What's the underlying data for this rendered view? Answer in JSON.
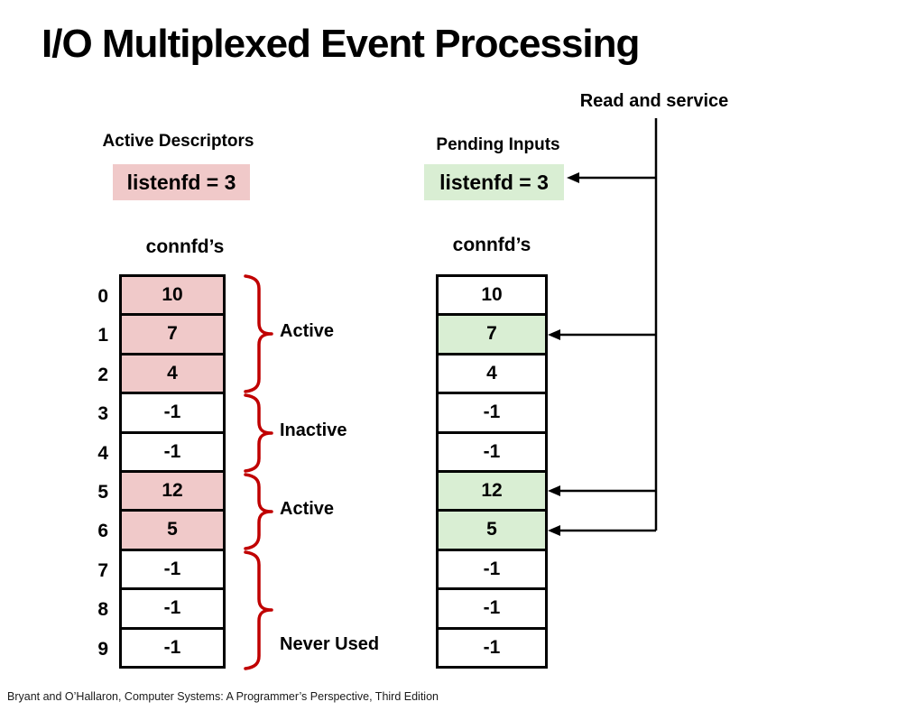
{
  "title": "I/O Multiplexed Event Processing",
  "annotations": {
    "read_and_service": "Read and service"
  },
  "left_panel": {
    "heading": "Active Descriptors",
    "listenfd": "listenfd = 3",
    "array_label": "connfd’s",
    "rows": [
      {
        "index": "0",
        "value": "10",
        "highlight": true
      },
      {
        "index": "1",
        "value": "7",
        "highlight": true
      },
      {
        "index": "2",
        "value": "4",
        "highlight": true
      },
      {
        "index": "3",
        "value": "-1",
        "highlight": false
      },
      {
        "index": "4",
        "value": "-1",
        "highlight": false
      },
      {
        "index": "5",
        "value": "12",
        "highlight": true
      },
      {
        "index": "6",
        "value": "5",
        "highlight": true
      },
      {
        "index": "7",
        "value": "-1",
        "highlight": false
      },
      {
        "index": "8",
        "value": "-1",
        "highlight": false
      },
      {
        "index": "9",
        "value": "-1",
        "highlight": false
      }
    ],
    "groups": [
      {
        "label": "Active",
        "rows": "0-2"
      },
      {
        "label": "Inactive",
        "rows": "3-4"
      },
      {
        "label": "Active",
        "rows": "5-6"
      },
      {
        "label": "Never Used",
        "rows": "7-9"
      }
    ]
  },
  "right_panel": {
    "heading": "Pending Inputs",
    "listenfd": "listenfd = 3",
    "array_label": "connfd’s",
    "rows": [
      {
        "value": "10",
        "highlight": false
      },
      {
        "value": "7",
        "highlight": true
      },
      {
        "value": "4",
        "highlight": false
      },
      {
        "value": "-1",
        "highlight": false
      },
      {
        "value": "-1",
        "highlight": false
      },
      {
        "value": "12",
        "highlight": true
      },
      {
        "value": "5",
        "highlight": true
      },
      {
        "value": "-1",
        "highlight": false
      },
      {
        "value": "-1",
        "highlight": false
      },
      {
        "value": "-1",
        "highlight": false
      }
    ]
  },
  "colors": {
    "active_fill": "#f0c9c9",
    "pending_fill": "#d9eed3",
    "brace_red": "#c00000",
    "line_black": "#000000"
  },
  "footer": "Bryant and O’Hallaron, Computer Systems: A Programmer’s Perspective, Third Edition"
}
